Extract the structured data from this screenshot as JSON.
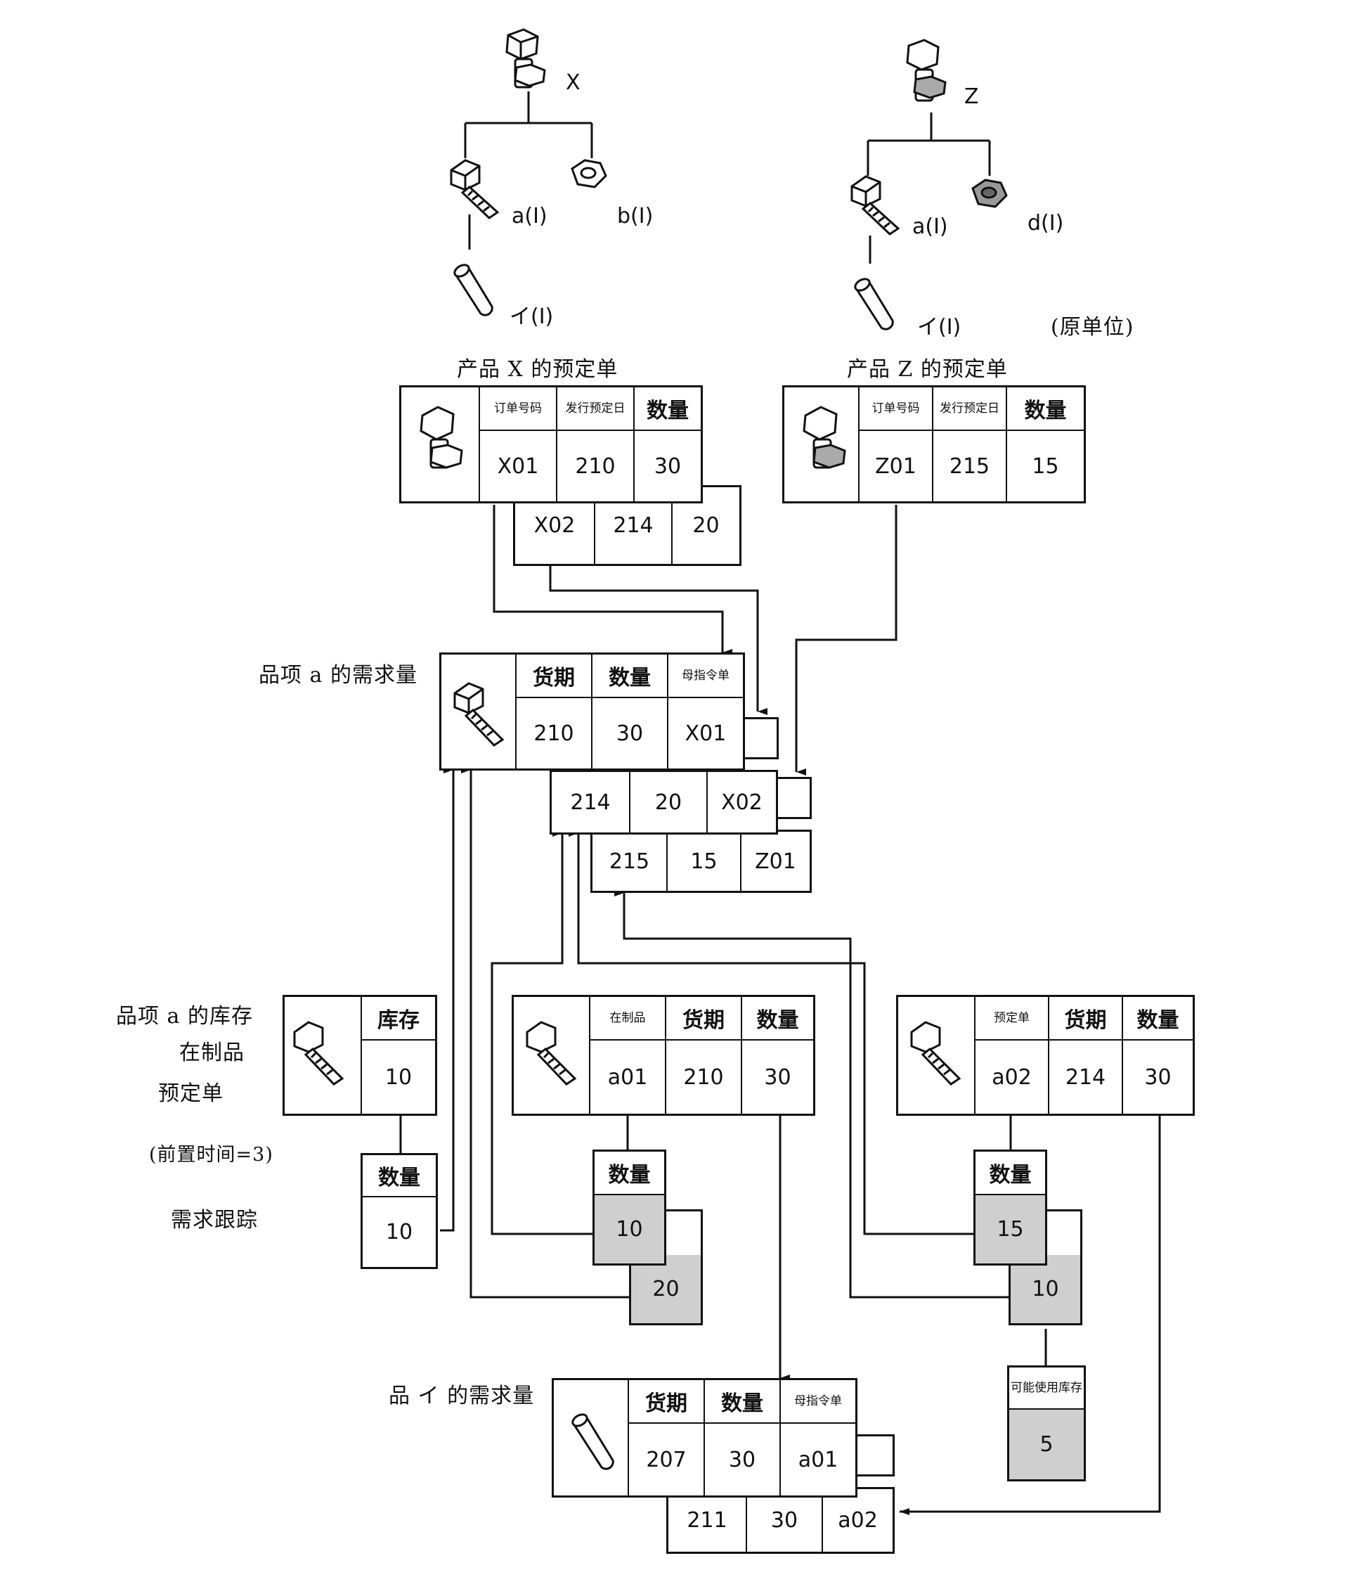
{
  "tree_x": {
    "root": "X",
    "a": "a(I)",
    "b": "b(I)",
    "i": "イ(I)"
  },
  "tree_z": {
    "root": "Z",
    "a": "a(I)",
    "d": "d(I)",
    "i": "イ(I)",
    "unit_note": "(原单位)"
  },
  "product_x": {
    "title": "产品 X 的预定单",
    "headers": [
      "订单号码",
      "发行预定日",
      "数量"
    ],
    "rows": [
      [
        "X01",
        "210",
        "30"
      ],
      [
        "X02",
        "214",
        "20"
      ]
    ]
  },
  "product_z": {
    "title": "产品 Z 的预定单",
    "headers": [
      "订单号码",
      "发行预定日",
      "数量"
    ],
    "rows": [
      [
        "Z01",
        "215",
        "15"
      ]
    ]
  },
  "demand_a": {
    "title": "品项 a 的需求量",
    "headers": [
      "货期",
      "数量",
      "母指令单"
    ],
    "rows": [
      [
        "210",
        "30",
        "X01"
      ],
      [
        "214",
        "20",
        "X02"
      ],
      [
        "215",
        "15",
        "Z01"
      ]
    ]
  },
  "side_labels": {
    "line1": "品项 a 的库存",
    "line2": "在制品",
    "line3": "预定单",
    "lead_time": "(前置时间=3)",
    "tracking": "需求跟踪"
  },
  "stock": {
    "header": "库存",
    "value": "10"
  },
  "stock_qty": {
    "header": "数量",
    "values": [
      "10"
    ]
  },
  "wip": {
    "headers": [
      "在制品",
      "货期",
      "数量"
    ],
    "row": [
      "a01",
      "210",
      "30"
    ]
  },
  "wip_qty": {
    "header": "数量",
    "values": [
      "10",
      "20"
    ]
  },
  "planned": {
    "headers": [
      "预定单",
      "货期",
      "数量"
    ],
    "row": [
      "a02",
      "214",
      "30"
    ]
  },
  "planned_qty": {
    "header": "数量",
    "values": [
      "15",
      "10"
    ]
  },
  "avail": {
    "header": "可能使用库存",
    "value": "5"
  },
  "demand_i": {
    "title": "品 イ 的需求量",
    "headers": [
      "货期",
      "数量",
      "母指令单"
    ],
    "rows": [
      [
        "207",
        "30",
        "a01"
      ],
      [
        "211",
        "30",
        "a02"
      ]
    ]
  },
  "colors": {
    "line": "#111111",
    "shade": "#cfcfcf"
  }
}
